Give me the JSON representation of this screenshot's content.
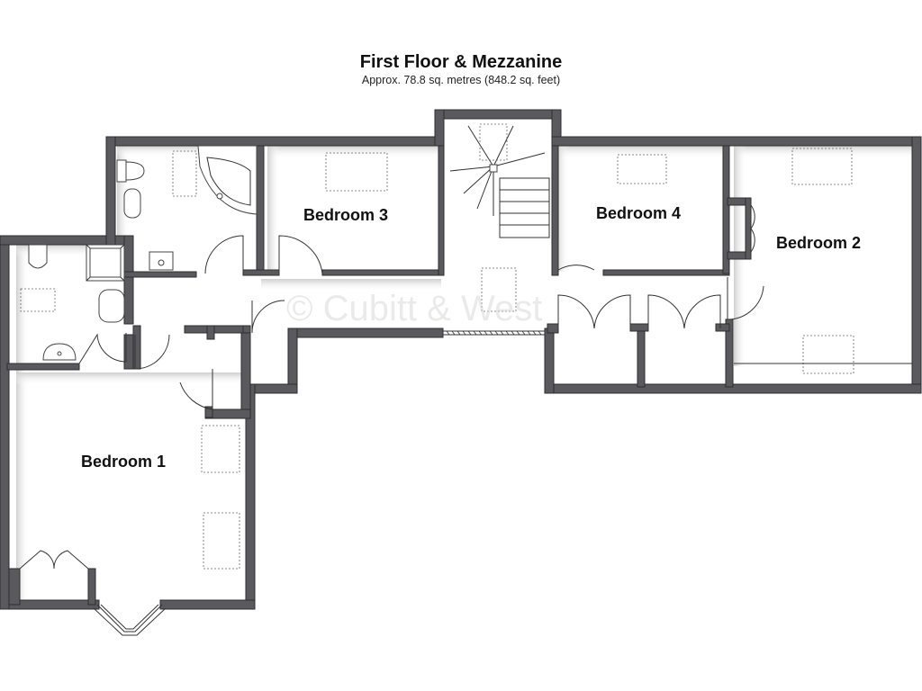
{
  "header": {
    "title": "First Floor & Mezzanine",
    "subtitle": "Approx. 78.8 sq. metres (848.2 sq. feet)"
  },
  "rooms": {
    "bedroom1": "Bedroom 1",
    "bedroom2": "Bedroom 2",
    "bedroom3": "Bedroom 3",
    "bedroom4": "Bedroom 4"
  },
  "watermark": "© Cubitt & West",
  "colors": {
    "wall": "#5a5a5e",
    "shadow": "#d8d8d8",
    "background": "#ffffff"
  }
}
